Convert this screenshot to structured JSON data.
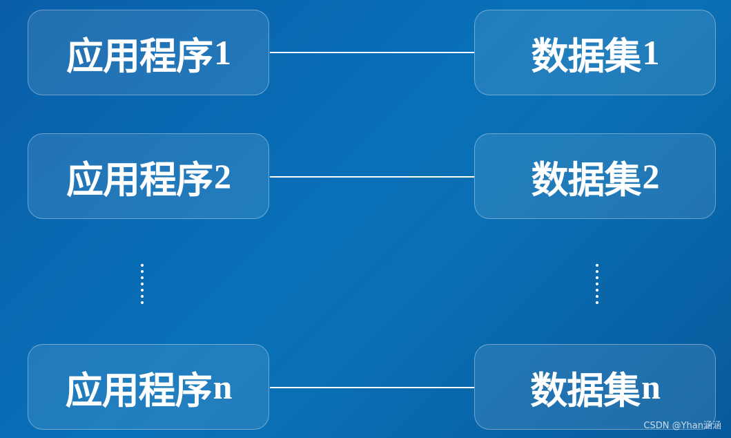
{
  "applications": [
    {
      "name": "应用程序",
      "index": "1"
    },
    {
      "name": "应用程序",
      "index": "2"
    },
    {
      "name": "应用程序",
      "index": "n"
    }
  ],
  "datasets": [
    {
      "name": "数据集",
      "index": "1"
    },
    {
      "name": "数据集",
      "index": "2"
    },
    {
      "name": "数据集",
      "index": "n"
    }
  ],
  "watermark": "CSDN @Yhan涵涵",
  "colors": {
    "background": "#0870b8",
    "box_fill": "rgba(255,255,255,0.10)",
    "text": "#ffffff"
  }
}
